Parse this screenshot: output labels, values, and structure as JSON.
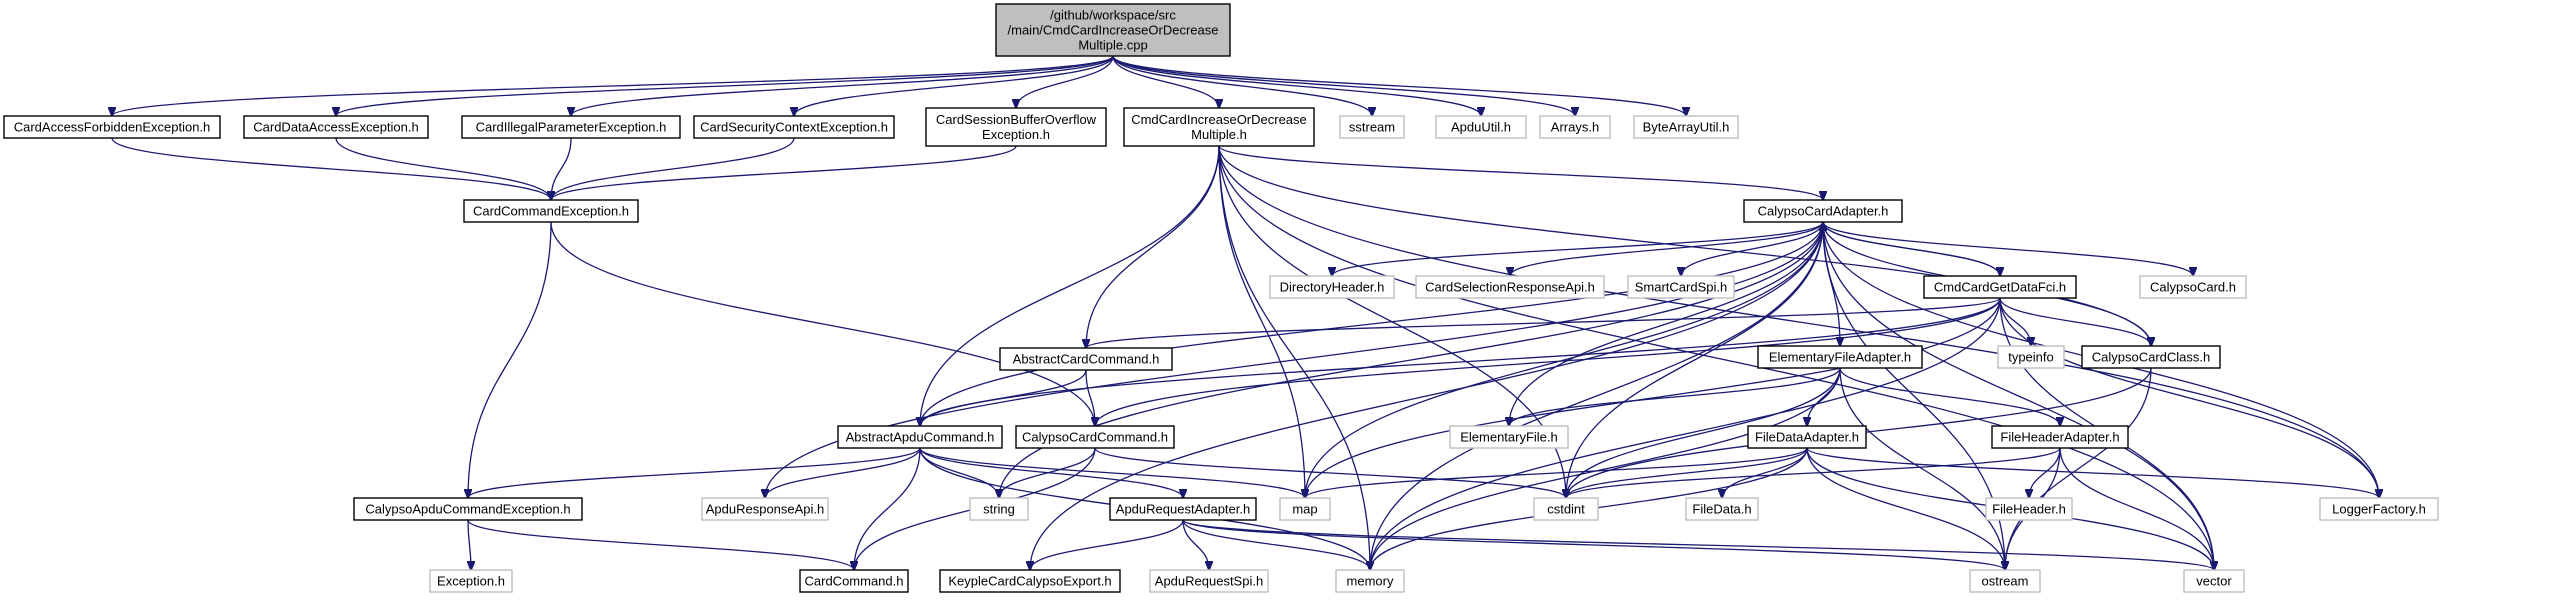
{
  "diagram": {
    "nodes": [
      {
        "id": "main",
        "lines": [
          "/github/workspace/src",
          "/main/CmdCardIncreaseOrDecrease",
          "Multiple.cpp"
        ],
        "style": "main"
      },
      {
        "id": "cafe",
        "lines": [
          "CardAccessForbiddenException.h"
        ],
        "style": "doc"
      },
      {
        "id": "cdae",
        "lines": [
          "CardDataAccessException.h"
        ],
        "style": "doc"
      },
      {
        "id": "cipe",
        "lines": [
          "CardIllegalParameterException.h"
        ],
        "style": "doc"
      },
      {
        "id": "csce",
        "lines": [
          "CardSecurityContextException.h"
        ],
        "style": "doc"
      },
      {
        "id": "csbo",
        "lines": [
          "CardSessionBufferOverflow",
          "Exception.h"
        ],
        "style": "doc"
      },
      {
        "id": "cmdh",
        "lines": [
          "CmdCardIncreaseOrDecrease",
          "Multiple.h"
        ],
        "style": "doc"
      },
      {
        "id": "sstream",
        "lines": [
          "sstream"
        ],
        "style": "ext"
      },
      {
        "id": "apduutil",
        "lines": [
          "ApduUtil.h"
        ],
        "style": "ext"
      },
      {
        "id": "arrays",
        "lines": [
          "Arrays.h"
        ],
        "style": "ext"
      },
      {
        "id": "bau",
        "lines": [
          "ByteArrayUtil.h"
        ],
        "style": "ext"
      },
      {
        "id": "cce",
        "lines": [
          "CardCommandException.h"
        ],
        "style": "doc"
      },
      {
        "id": "cca",
        "lines": [
          "CalypsoCardAdapter.h"
        ],
        "style": "doc"
      },
      {
        "id": "dirh",
        "lines": [
          "DirectoryHeader.h"
        ],
        "style": "ext"
      },
      {
        "id": "csra",
        "lines": [
          "CardSelectionResponseApi.h"
        ],
        "style": "ext"
      },
      {
        "id": "scs",
        "lines": [
          "SmartCardSpi.h"
        ],
        "style": "ext"
      },
      {
        "id": "cmdgd",
        "lines": [
          "CmdCardGetDataFci.h"
        ],
        "style": "doc"
      },
      {
        "id": "calcard",
        "lines": [
          "CalypsoCard.h"
        ],
        "style": "ext"
      },
      {
        "id": "acc",
        "lines": [
          "AbstractCardCommand.h"
        ],
        "style": "doc"
      },
      {
        "id": "efa",
        "lines": [
          "ElementaryFileAdapter.h"
        ],
        "style": "doc"
      },
      {
        "id": "typeinfo",
        "lines": [
          "typeinfo"
        ],
        "style": "ext"
      },
      {
        "id": "ccc",
        "lines": [
          "CalypsoCardClass.h"
        ],
        "style": "doc"
      },
      {
        "id": "aac",
        "lines": [
          "AbstractApduCommand.h"
        ],
        "style": "doc"
      },
      {
        "id": "calcmd",
        "lines": [
          "CalypsoCardCommand.h"
        ],
        "style": "doc"
      },
      {
        "id": "ef",
        "lines": [
          "ElementaryFile.h"
        ],
        "style": "ext"
      },
      {
        "id": "fda",
        "lines": [
          "FileDataAdapter.h"
        ],
        "style": "doc"
      },
      {
        "id": "fha",
        "lines": [
          "FileHeaderAdapter.h"
        ],
        "style": "doc"
      },
      {
        "id": "cace",
        "lines": [
          "CalypsoApduCommandException.h"
        ],
        "style": "doc"
      },
      {
        "id": "ara",
        "lines": [
          "ApduResponseApi.h"
        ],
        "style": "ext"
      },
      {
        "id": "string",
        "lines": [
          "string"
        ],
        "style": "ext"
      },
      {
        "id": "apra",
        "lines": [
          "ApduRequestAdapter.h"
        ],
        "style": "doc"
      },
      {
        "id": "map",
        "lines": [
          "map"
        ],
        "style": "ext"
      },
      {
        "id": "cstdint",
        "lines": [
          "cstdint"
        ],
        "style": "ext"
      },
      {
        "id": "filedata",
        "lines": [
          "FileData.h"
        ],
        "style": "ext"
      },
      {
        "id": "fileheader",
        "lines": [
          "FileHeader.h"
        ],
        "style": "ext"
      },
      {
        "id": "logger",
        "lines": [
          "LoggerFactory.h"
        ],
        "style": "ext"
      },
      {
        "id": "exception",
        "lines": [
          "Exception.h"
        ],
        "style": "ext"
      },
      {
        "id": "cardcmd",
        "lines": [
          "CardCommand.h"
        ],
        "style": "doc"
      },
      {
        "id": "kcce",
        "lines": [
          "KeypleCardCalypsoExport.h"
        ],
        "style": "doc"
      },
      {
        "id": "aprs",
        "lines": [
          "ApduRequestSpi.h"
        ],
        "style": "ext"
      },
      {
        "id": "memory",
        "lines": [
          "memory"
        ],
        "style": "ext"
      },
      {
        "id": "ostream",
        "lines": [
          "ostream"
        ],
        "style": "ext"
      },
      {
        "id": "vector",
        "lines": [
          "vector"
        ],
        "style": "ext"
      }
    ],
    "edges": [
      [
        "main",
        "cafe"
      ],
      [
        "main",
        "cdae"
      ],
      [
        "main",
        "cipe"
      ],
      [
        "main",
        "csce"
      ],
      [
        "main",
        "csbo"
      ],
      [
        "main",
        "cmdh"
      ],
      [
        "main",
        "sstream"
      ],
      [
        "main",
        "apduutil"
      ],
      [
        "main",
        "arrays"
      ],
      [
        "main",
        "bau"
      ],
      [
        "cafe",
        "cce"
      ],
      [
        "cdae",
        "cce"
      ],
      [
        "cipe",
        "cce"
      ],
      [
        "csce",
        "cce"
      ],
      [
        "csbo",
        "cce"
      ],
      [
        "cce",
        "cace"
      ],
      [
        "cce",
        "calcmd"
      ],
      [
        "cmdh",
        "cca"
      ],
      [
        "cmdh",
        "acc"
      ],
      [
        "cmdh",
        "aac"
      ],
      [
        "cmdh",
        "map"
      ],
      [
        "cmdh",
        "cstdint"
      ],
      [
        "cmdh",
        "memory"
      ],
      [
        "cmdh",
        "ccc"
      ],
      [
        "cmdh",
        "logger"
      ],
      [
        "cmdh",
        "vector"
      ],
      [
        "cca",
        "dirh"
      ],
      [
        "cca",
        "csra"
      ],
      [
        "cca",
        "scs"
      ],
      [
        "cca",
        "cmdgd"
      ],
      [
        "cca",
        "calcard"
      ],
      [
        "cca",
        "efa"
      ],
      [
        "cca",
        "ccc"
      ],
      [
        "cca",
        "aac"
      ],
      [
        "cca",
        "ara"
      ],
      [
        "cca",
        "string"
      ],
      [
        "cca",
        "map"
      ],
      [
        "cca",
        "cstdint"
      ],
      [
        "cca",
        "memory"
      ],
      [
        "cca",
        "ostream"
      ],
      [
        "cca",
        "vector"
      ],
      [
        "cca",
        "logger"
      ],
      [
        "cca",
        "kcce"
      ],
      [
        "cca",
        "ef"
      ],
      [
        "cmdgd",
        "cca"
      ],
      [
        "cmdgd",
        "acc"
      ],
      [
        "cmdgd",
        "typeinfo"
      ],
      [
        "cmdgd",
        "ccc"
      ],
      [
        "cmdgd",
        "aac"
      ],
      [
        "cmdgd",
        "calcmd"
      ],
      [
        "cmdgd",
        "map"
      ],
      [
        "cmdgd",
        "memory"
      ],
      [
        "cmdgd",
        "vector"
      ],
      [
        "cmdgd",
        "logger"
      ],
      [
        "acc",
        "aac"
      ],
      [
        "acc",
        "calcmd"
      ],
      [
        "efa",
        "ef"
      ],
      [
        "efa",
        "fda"
      ],
      [
        "efa",
        "fha"
      ],
      [
        "efa",
        "cstdint"
      ],
      [
        "efa",
        "memory"
      ],
      [
        "efa",
        "ostream"
      ],
      [
        "ccc",
        "cstdint"
      ],
      [
        "ccc",
        "ostream"
      ],
      [
        "aac",
        "cace"
      ],
      [
        "aac",
        "ara"
      ],
      [
        "aac",
        "string"
      ],
      [
        "aac",
        "apra"
      ],
      [
        "aac",
        "map"
      ],
      [
        "aac",
        "cardcmd"
      ],
      [
        "aac",
        "memory"
      ],
      [
        "calcmd",
        "string"
      ],
      [
        "calcmd",
        "cstdint"
      ],
      [
        "calcmd",
        "cardcmd"
      ],
      [
        "fda",
        "map"
      ],
      [
        "fda",
        "cstdint"
      ],
      [
        "fda",
        "filedata"
      ],
      [
        "fda",
        "memory"
      ],
      [
        "fda",
        "ostream"
      ],
      [
        "fda",
        "vector"
      ],
      [
        "fda",
        "logger"
      ],
      [
        "fha",
        "fileheader"
      ],
      [
        "fha",
        "cstdint"
      ],
      [
        "fha",
        "ostream"
      ],
      [
        "fha",
        "vector"
      ],
      [
        "cace",
        "exception"
      ],
      [
        "cace",
        "cardcmd"
      ],
      [
        "apra",
        "kcce"
      ],
      [
        "apra",
        "aprs"
      ],
      [
        "apra",
        "memory"
      ],
      [
        "apra",
        "ostream"
      ],
      [
        "apra",
        "vector"
      ]
    ]
  }
}
